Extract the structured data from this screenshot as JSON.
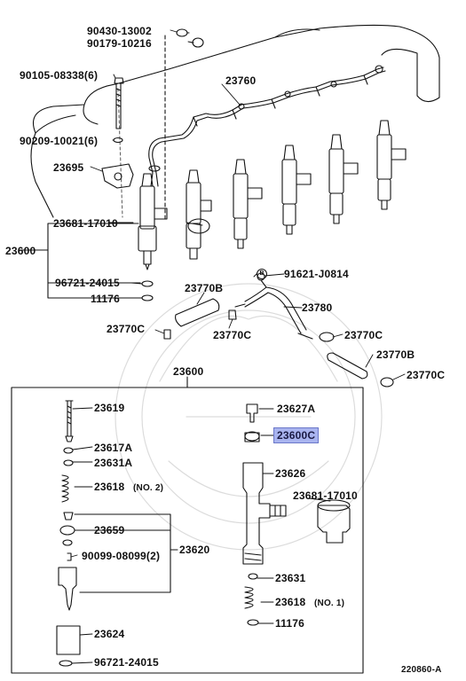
{
  "labels": {
    "p9043013002": "90430-13002",
    "p9017910216": "90179-10216",
    "p9010508338": "90105-08338(6)",
    "p23760": "23760",
    "p9020910021": "90209-10021(6)",
    "p23695": "23695",
    "p2368117010_top": "23681-17010",
    "p23600_top": "23600",
    "p9672124015_top": "96721-24015",
    "p11176_top": "11176",
    "b_marker": "B",
    "p91621J0814": "91621-J0814",
    "p23770B_a": "23770B",
    "p23780": "23780",
    "p23770C_a": "23770C",
    "p23770C_b": "23770C",
    "p23770C_c": "23770C",
    "p23770B_b": "23770B",
    "p23770C_d": "23770C",
    "p23600_box": "23600",
    "p23619": "23619",
    "p23627A": "23627A",
    "p23600C": "23600C",
    "p23617A": "23617A",
    "p23631A": "23631A",
    "p23626": "23626",
    "p23618_no2": "23618",
    "no2": "(NO. 2)",
    "p2368117010_box": "23681-17010",
    "p23659": "23659",
    "p9009908099": "90099-08099(2)",
    "p23620": "23620",
    "p23631": "23631",
    "p23618_no1": "23618",
    "no1": "(NO. 1)",
    "p11176_box": "11176",
    "p23624": "23624",
    "p9672124015_box": "96721-24015",
    "figure_code": "220860-A"
  },
  "colors": {
    "highlight": "#a9b4ef",
    "line": "#111111"
  }
}
